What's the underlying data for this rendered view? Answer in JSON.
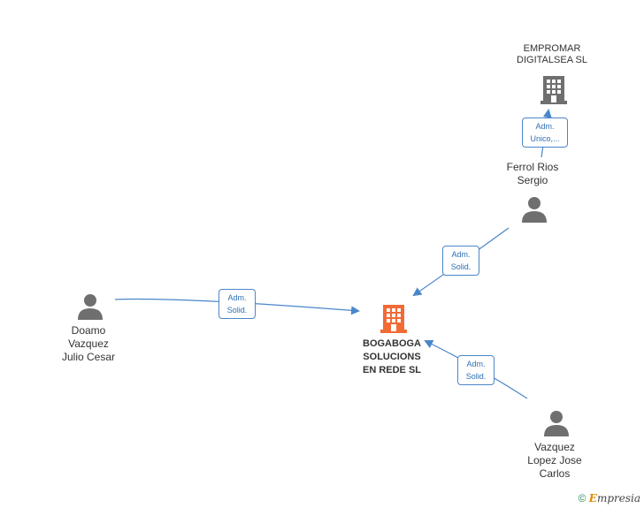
{
  "nodes": {
    "main_company": {
      "lines": [
        "BOGABOGA",
        "SOLUCIONS",
        "EN REDE  SL"
      ],
      "color": "#f26a36"
    },
    "company_top": {
      "lines": [
        "EMPROMAR",
        "DIGITALSEA  SL"
      ],
      "color": "#6f6f6f"
    },
    "person_ferrol": {
      "lines": [
        "Ferrol Rios",
        "Sergio"
      ]
    },
    "person_doamo": {
      "lines": [
        "Doamo",
        "Vazquez",
        "Julio Cesar"
      ]
    },
    "person_vazquez": {
      "lines": [
        "Vazquez",
        "Lopez Jose",
        "Carlos"
      ]
    }
  },
  "edges": {
    "ferrol_to_empromar": [
      "Adm.",
      "Unico,..."
    ],
    "ferrol_to_main": [
      "Adm.",
      "Solid."
    ],
    "doamo_to_main": [
      "Adm.",
      "Solid."
    ],
    "vazquez_to_main": [
      "Adm.",
      "Solid."
    ]
  },
  "colors": {
    "edge": "#4a86c8",
    "person_icon": "#6f6f6f"
  },
  "footer": {
    "copyright": "©",
    "brand_e": "E",
    "brand_rest": "mpresia"
  }
}
